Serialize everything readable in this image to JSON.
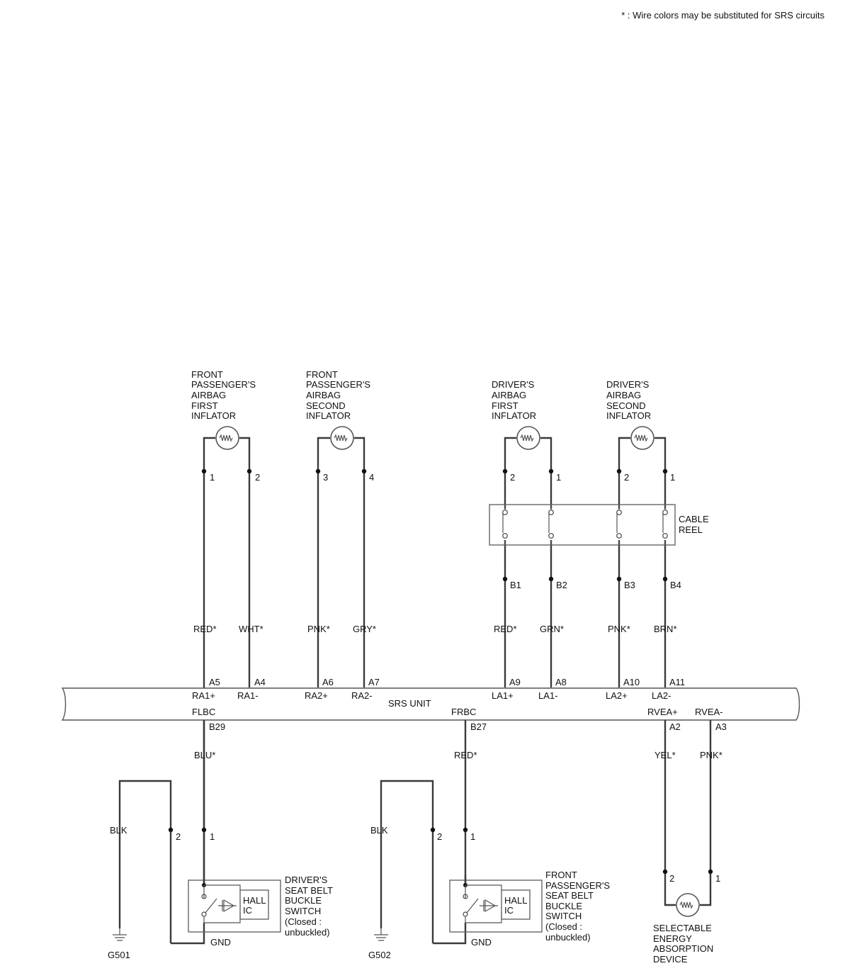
{
  "note": "* : Wire colors may be substituted for SRS circuits",
  "srs_unit": {
    "label": "SRS UNIT",
    "top_terminals": [
      "RA1+",
      "RA1-",
      "RA2+",
      "RA2-",
      "LA1+",
      "LA1-",
      "LA2+",
      "LA2-"
    ],
    "top_pins": [
      "A5",
      "A4",
      "A6",
      "A7",
      "A9",
      "A8",
      "A10",
      "A11"
    ],
    "bottom_terminals": [
      "FLBC",
      "FRBC",
      "RVEA+",
      "RVEA-"
    ],
    "bottom_pins": [
      "B29",
      "B27",
      "A2",
      "A3"
    ]
  },
  "inflators": [
    {
      "label": [
        "FRONT",
        "PASSENGER'S",
        "AIRBAG",
        "FIRST",
        "INFLATOR"
      ],
      "pins": [
        "1",
        "2"
      ],
      "wires": [
        "RED*",
        "WHT*"
      ]
    },
    {
      "label": [
        "FRONT",
        "PASSENGER'S",
        "AIRBAG",
        "SECOND",
        "INFLATOR"
      ],
      "pins": [
        "3",
        "4"
      ],
      "wires": [
        "PNK*",
        "GRY*"
      ]
    },
    {
      "label": [
        "DRIVER'S",
        "AIRBAG",
        "FIRST",
        "INFLATOR"
      ],
      "pins": [
        "2",
        "1"
      ],
      "reel_pins": [
        "B1",
        "B2"
      ],
      "wires": [
        "RED*",
        "GRN*"
      ]
    },
    {
      "label": [
        "DRIVER'S",
        "AIRBAG",
        "SECOND",
        "INFLATOR"
      ],
      "pins": [
        "2",
        "1"
      ],
      "reel_pins": [
        "B3",
        "B4"
      ],
      "wires": [
        "PNK*",
        "BRN*"
      ]
    }
  ],
  "cable_reel": {
    "label": [
      "CABLE",
      "REEL"
    ]
  },
  "driver_buckle": {
    "wire": "BLU*",
    "ground_wire": "BLK",
    "pin_signal": "1",
    "pin_ground": "2",
    "gnd": "GND",
    "ground": "G501",
    "ic": [
      "HALL",
      "IC"
    ],
    "label": [
      "DRIVER'S",
      "SEAT BELT",
      "BUCKLE",
      "SWITCH",
      "(Closed :",
      "unbuckled)"
    ]
  },
  "passenger_buckle": {
    "wire": "RED*",
    "ground_wire": "BLK",
    "pin_signal": "1",
    "pin_ground": "2",
    "gnd": "GND",
    "ground": "G502",
    "ic": [
      "HALL",
      "IC"
    ],
    "label": [
      "FRONT",
      "PASSENGER'S",
      "SEAT BELT",
      "BUCKLE",
      "SWITCH",
      "(Closed :",
      "unbuckled)"
    ]
  },
  "sead": {
    "wires": [
      "YEL*",
      "PNK*"
    ],
    "pins": [
      "2",
      "1"
    ],
    "label": [
      "SELECTABLE",
      "ENERGY",
      "ABSORPTION",
      "DEVICE"
    ]
  }
}
